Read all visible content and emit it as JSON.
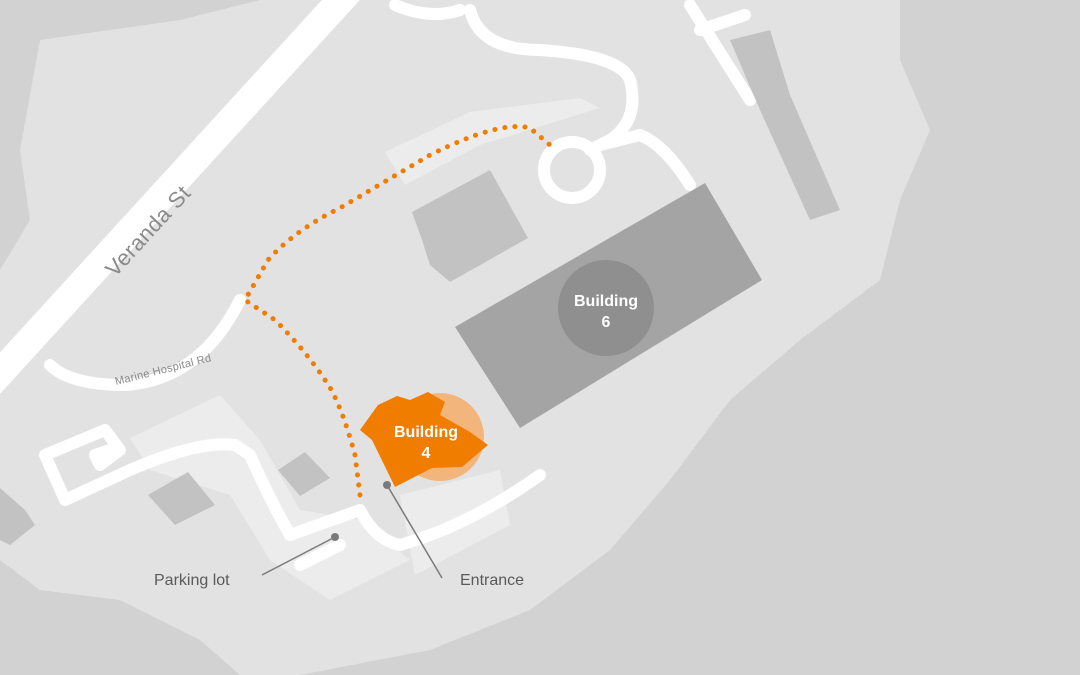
{
  "map": {
    "street_label": "Veranda St",
    "road_label": "Marine Hospital Rd",
    "callouts": {
      "parking": "Parking lot",
      "entrance": "Entrance"
    },
    "buildings": {
      "highlighted": {
        "line1": "Building",
        "line2": "4"
      },
      "other": {
        "line1": "Building",
        "line2": "6"
      }
    },
    "colors": {
      "background": "#d2d2d2",
      "campus": "#e2e2e2",
      "road": "#ffffff",
      "building": "#c2c2c2",
      "major_building": "#a4a4a4",
      "highlight": "#f07c00",
      "highlight_halo": "#f2b57c",
      "path_dots": "#f07c00"
    },
    "icons": [
      "callout-dot-icon"
    ]
  }
}
